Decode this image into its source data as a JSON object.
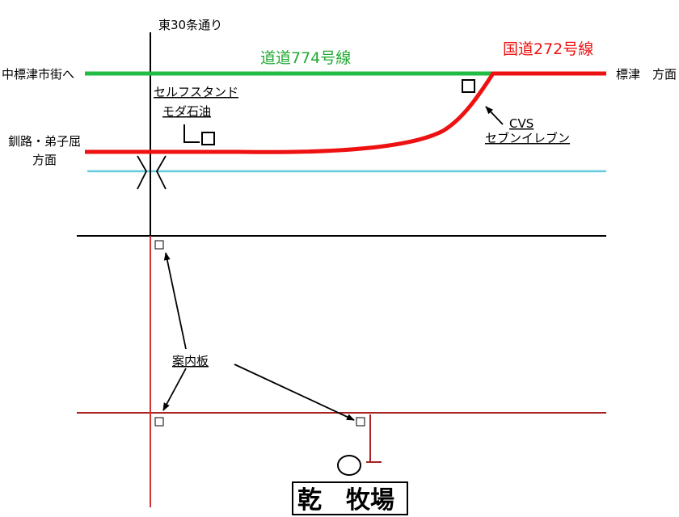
{
  "labels": {
    "east30": "東30条通り",
    "nakashibetsu": "中標津市街へ",
    "hokudo774": "道道774号線",
    "kokudo272": "国道272号線",
    "shibetsu": "標津　方面",
    "selfstand": "セルフスタンド",
    "moda": "モダ石油",
    "kushiro_line1": "釧路・弟子屈",
    "kushiro_line2": "方面",
    "cvs": "CVS",
    "seven": "セブンイレブン",
    "annai": "案内板",
    "ranch": "乾　牧場"
  },
  "colors": {
    "route774": "#22bb44",
    "route272": "#ee1111",
    "river": "#66ccdd",
    "localRoad": "#aa2222",
    "mainRoad": "#000000"
  }
}
